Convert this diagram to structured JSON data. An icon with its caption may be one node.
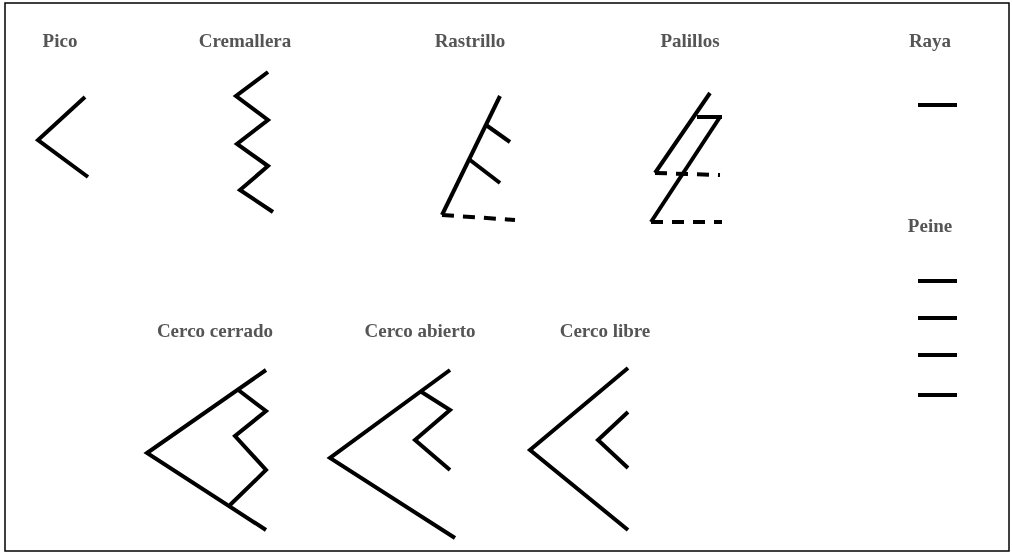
{
  "diagram": {
    "labels": [
      "Pico",
      "Cremallera",
      "Rastrillo",
      "Palillos",
      "Raya",
      "Peine",
      "Cerco cerrado",
      "Cerco abierto",
      "Cerco libre"
    ]
  }
}
